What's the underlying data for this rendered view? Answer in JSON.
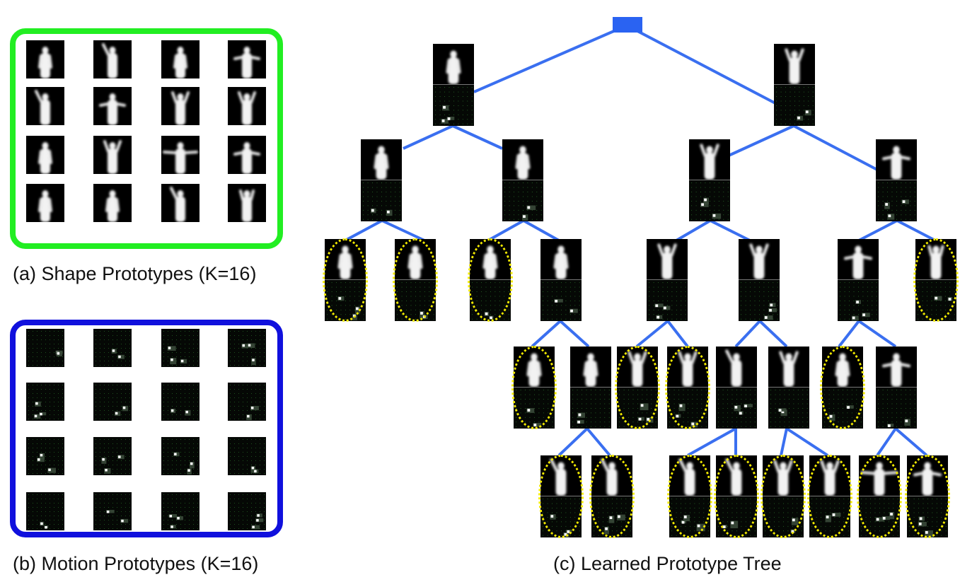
{
  "captions": {
    "shape": "(a) Shape Prototypes (K=16)",
    "motion": "(b) Motion Prototypes (K=16)",
    "tree": "(c) Learned Prototype Tree"
  },
  "colors": {
    "shape_frame": "#22ee22",
    "motion_frame": "#1010dd",
    "tree_edge": "#3a6ff0",
    "root_node": "#2a63f2",
    "leaf_highlight": "#f2ea00"
  },
  "shape_prototypes": [
    {
      "pose": "down"
    },
    {
      "pose": "wave"
    },
    {
      "pose": "down"
    },
    {
      "pose": "out"
    },
    {
      "pose": "wave"
    },
    {
      "pose": "out"
    },
    {
      "pose": "up"
    },
    {
      "pose": "up"
    },
    {
      "pose": "down"
    },
    {
      "pose": "up"
    },
    {
      "pose": "wide"
    },
    {
      "pose": "out"
    },
    {
      "pose": "down"
    },
    {
      "pose": "down"
    },
    {
      "pose": "wave"
    },
    {
      "pose": "head"
    }
  ],
  "motion_prototypes": 16,
  "tree": {
    "leaf_marker": "dotted-ellipse",
    "levels": 6
  }
}
